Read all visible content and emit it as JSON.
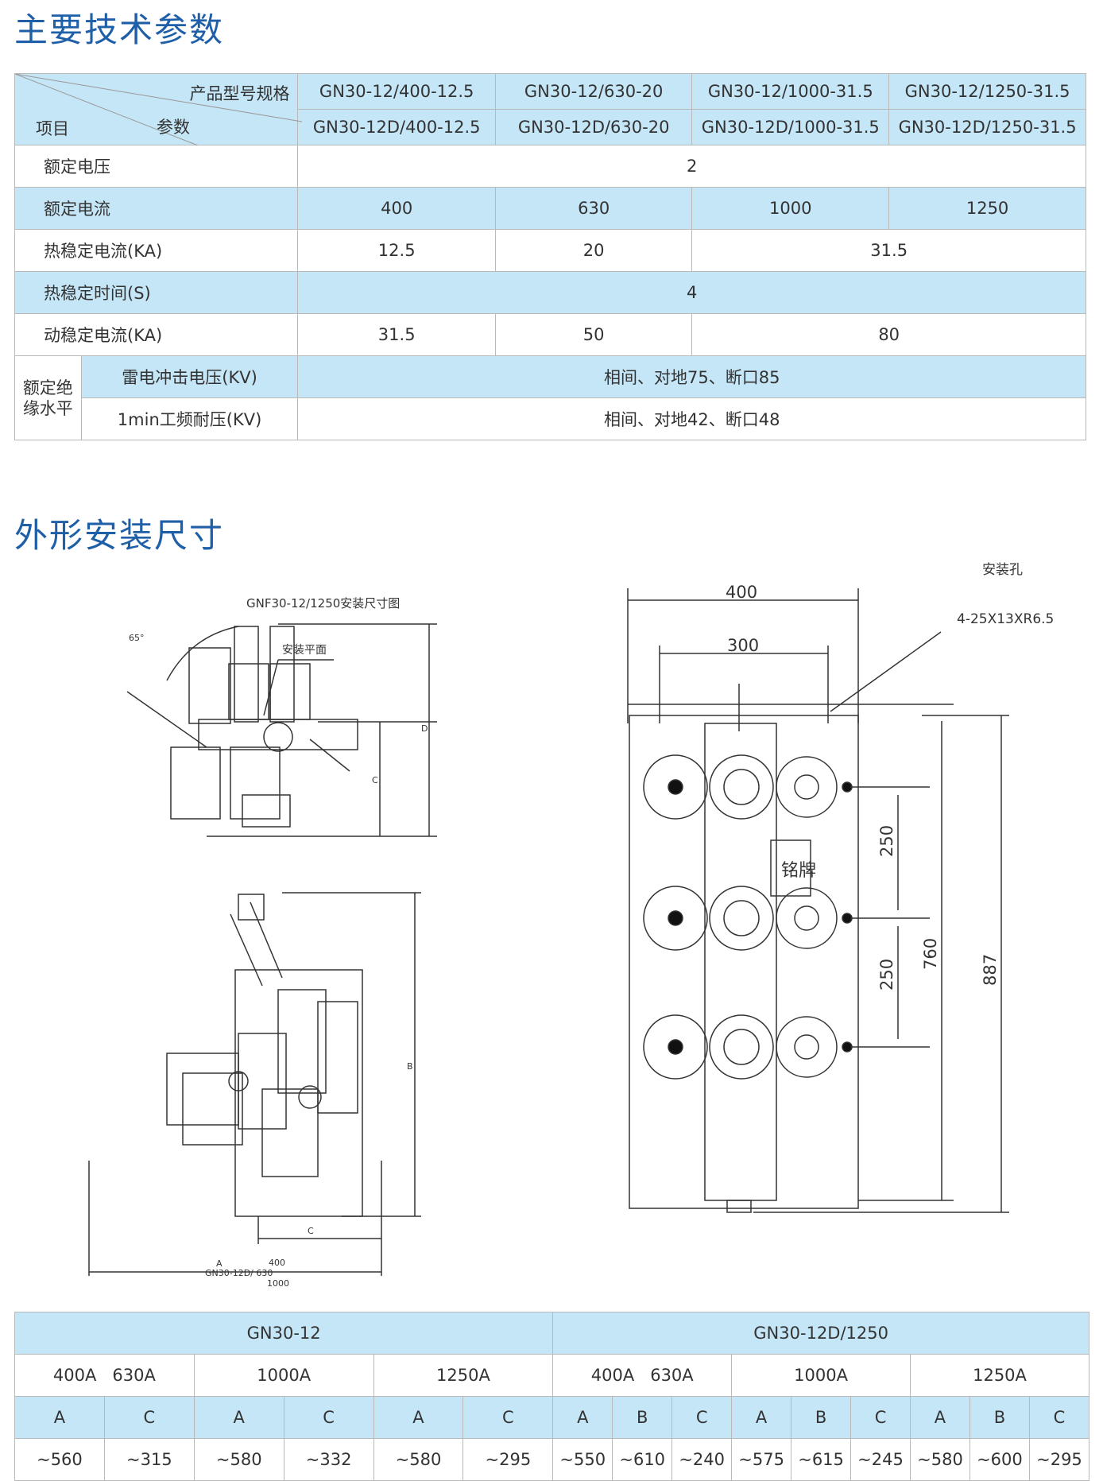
{
  "section1": {
    "title": "主要技术参数"
  },
  "table1": {
    "header": {
      "spec_label": "产品型号规格",
      "item_label": "项目",
      "param_label": "参数",
      "row1": [
        "GN30-12/400-12.5",
        "GN30-12/630-20",
        "GN30-12/1000-31.5",
        "GN30-12/1250-31.5"
      ],
      "row2": [
        "GN30-12D/400-12.5",
        "GN30-12D/630-20",
        "GN30-12D/1000-31.5",
        "GN30-12D/1250-31.5"
      ]
    },
    "rows": [
      {
        "label": "额定电压",
        "values": [
          "2"
        ]
      },
      {
        "label": "额定电流",
        "values": [
          "400",
          "630",
          "1000",
          "1250"
        ]
      },
      {
        "label": "热稳定电流(KA)",
        "values": [
          "12.5",
          "20",
          "31.5"
        ]
      },
      {
        "label": "热稳定时间(S)",
        "values": [
          "4"
        ]
      },
      {
        "label": "动稳定电流(KA)",
        "values": [
          "31.5",
          "50",
          "80"
        ]
      }
    ],
    "insulation": {
      "group_label": "额定绝缘水平",
      "lightning_label": "雷电冲击电压(KV)",
      "lightning_value": "相间、对地75、断口85",
      "freq_label": "1min工频耐压(KV)",
      "freq_value": "相间、对地42、断口48"
    }
  },
  "section2": {
    "title": "外形安装尺寸"
  },
  "drawing_left": {
    "title": "GNF30-12/1250安装尺寸图",
    "mount_plane": "安装平面",
    "angle": "65°",
    "dim_c": "C",
    "dim_d": "D",
    "dim_b": "B",
    "dim_a": "A",
    "note_400": "400",
    "note_model": "GN30-12D/ 630",
    "note_1000": "1000"
  },
  "drawing_right": {
    "hole_label": "安装孔",
    "hole_spec": "4-25X13XR6.5",
    "dim_400": "400",
    "dim_300": "300",
    "dim_250a": "250",
    "dim_250b": "250",
    "dim_760": "760",
    "dim_887": "887",
    "nameplate": "铭牌"
  },
  "table2": {
    "group1": "GN30-12",
    "group2": "GN30-12D/1250",
    "sub": [
      "400A   630A",
      "1000A",
      "1250A",
      "400A   630A",
      "1000A",
      "1250A"
    ],
    "cols": [
      "A",
      "C",
      "A",
      "C",
      "A",
      "C",
      "A",
      "B",
      "C",
      "A",
      "B",
      "C",
      "A",
      "B",
      "C"
    ],
    "vals": [
      "~560",
      "~315",
      "~580",
      "~332",
      "~580",
      "~295",
      "~550",
      "~610",
      "~240",
      "~575",
      "~615",
      "~245",
      "~580",
      "~600",
      "~295"
    ]
  }
}
